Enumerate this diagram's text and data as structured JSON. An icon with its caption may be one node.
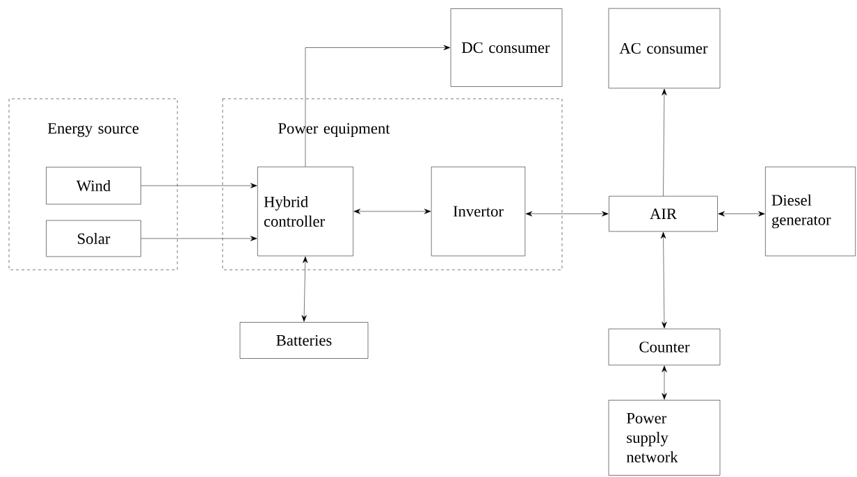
{
  "diagram": {
    "nodes": [
      {
        "text": [
          "Energy source"
        ]
      },
      {
        "text": [
          "Wind"
        ],
        "in": 0
      },
      {
        "text": [
          "Solar"
        ],
        "in": 0
      },
      {
        "text": [
          "Power equipment"
        ]
      },
      {
        "text": [
          "Hybrid controller"
        ],
        "in": 3
      },
      {
        "text": [
          "Invertor"
        ],
        "in": 3
      },
      {
        "text": [
          "DC consumer"
        ]
      },
      {
        "text": [
          "AC consumer"
        ]
      },
      {
        "text": [
          "AIR"
        ]
      },
      {
        "text": [
          "Diesel generator"
        ]
      },
      {
        "text": [
          "Batteries"
        ]
      },
      {
        "text": [
          "Counter"
        ]
      },
      {
        "text": [
          "Power supply network"
        ]
      }
    ],
    "edges": [
      {
        "from": 1,
        "to": 4,
        "arrow": "to"
      },
      {
        "from": 2,
        "to": 4,
        "arrow": "to"
      },
      {
        "from": 4,
        "to": 6,
        "arrow": "to"
      },
      {
        "from": 4,
        "to": 5,
        "arrow": "both"
      },
      {
        "from": 4,
        "to": 10,
        "arrow": "both"
      },
      {
        "from": 5,
        "to": 8,
        "arrow": "both"
      },
      {
        "from": 8,
        "to": 7,
        "arrow": "to"
      },
      {
        "from": 8,
        "to": 9,
        "arrow": "both"
      },
      {
        "from": 8,
        "to": 11,
        "arrow": "both"
      },
      {
        "from": 11,
        "to": 12,
        "arrow": "both"
      }
    ]
  }
}
